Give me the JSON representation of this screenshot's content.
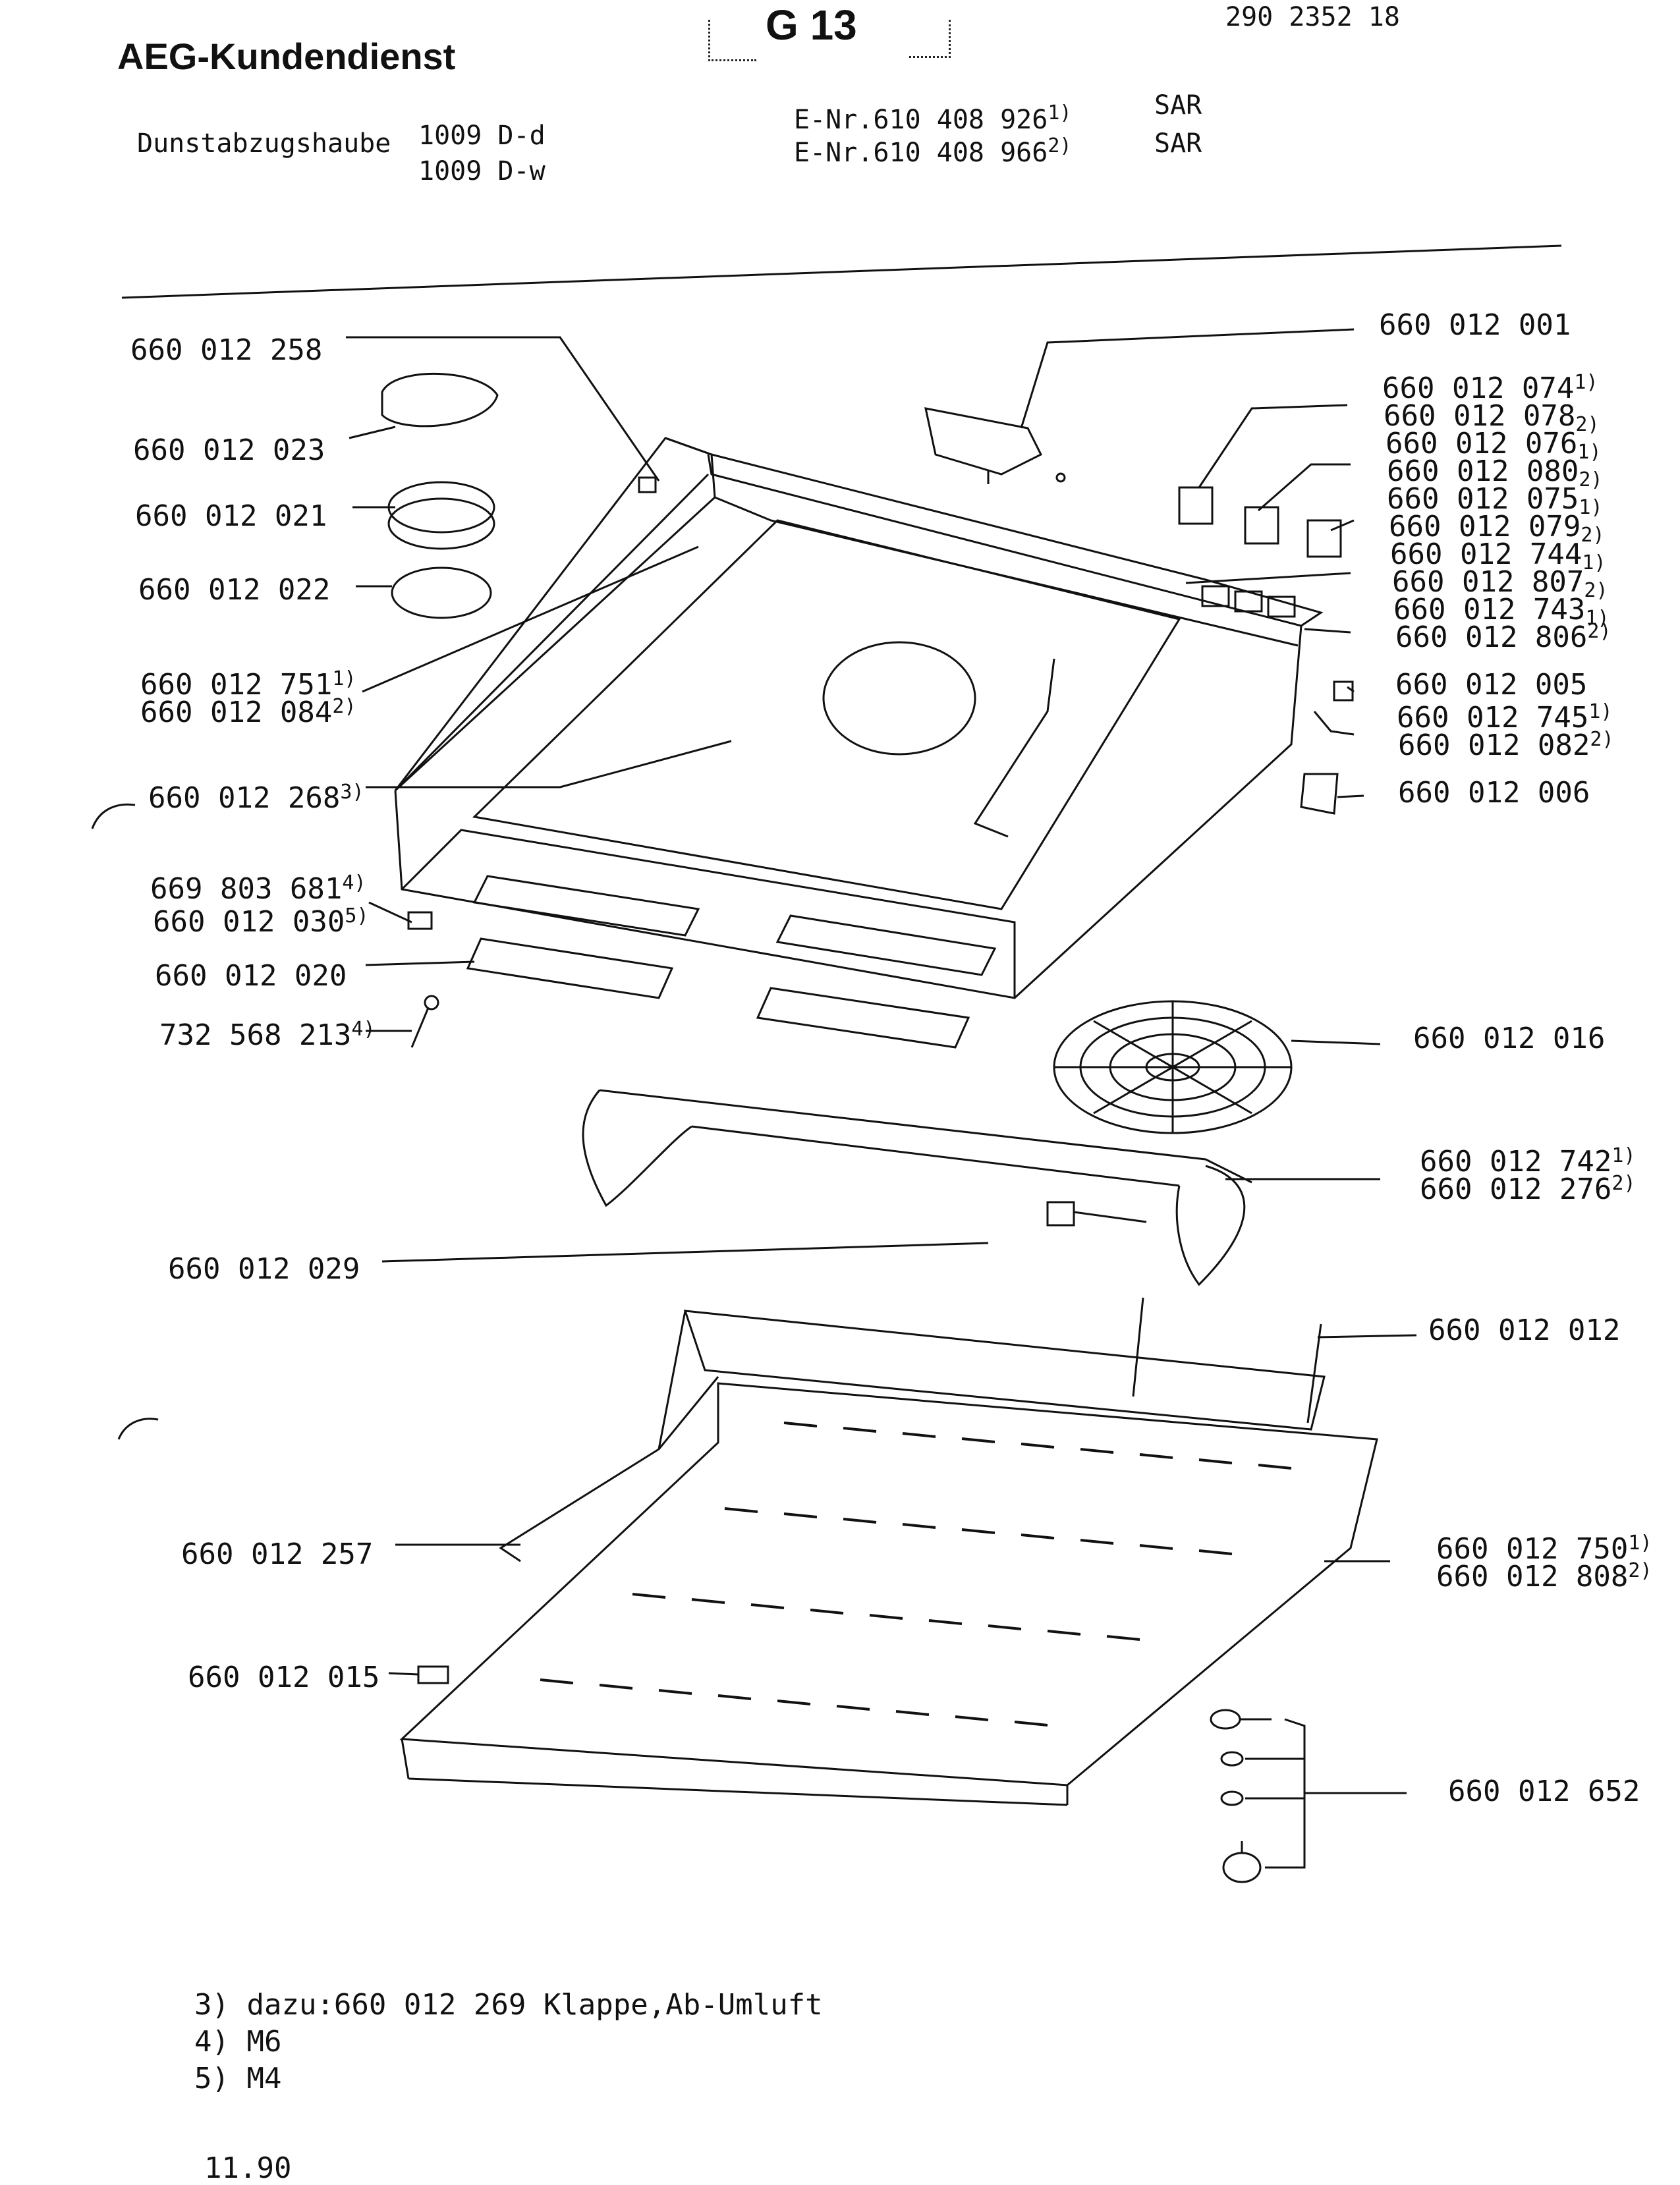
{
  "header": {
    "brand": "AEG-Kundendienst",
    "page_code": "G 13",
    "doc_number": "290 2352 18",
    "product": "Dunstabzugshaube",
    "model_1": "1009 D-d",
    "model_2": "1009 D-w",
    "enr_1_prefix": "E-Nr.610 408 926",
    "enr_1_ref": "1)",
    "enr_2_prefix": "E-Nr.610 408 966",
    "enr_2_ref": "2)",
    "sar_1": "SAR",
    "sar_2": "SAR"
  },
  "parts_left": [
    {
      "num": "660 012 258",
      "ref": ""
    },
    {
      "num": "660 012 023",
      "ref": ""
    },
    {
      "num": "660 012 021",
      "ref": ""
    },
    {
      "num": "660 012 022",
      "ref": ""
    },
    {
      "num": "660 012 751",
      "ref": "1)"
    },
    {
      "num": "660 012 084",
      "ref": "2)"
    },
    {
      "num": "660 012 268",
      "ref": "3)"
    },
    {
      "num": "669 803 681",
      "ref": "4)"
    },
    {
      "num": "660 012 030",
      "ref": "5)"
    },
    {
      "num": "660 012 020",
      "ref": ""
    },
    {
      "num": "732 568 213",
      "ref": "4)"
    },
    {
      "num": "660 012 029",
      "ref": ""
    },
    {
      "num": "660 012 257",
      "ref": ""
    },
    {
      "num": "660 012 015",
      "ref": ""
    }
  ],
  "parts_right": [
    {
      "num": "660 012 001",
      "ref": ""
    },
    {
      "num": "660 012 074",
      "ref": "1)"
    },
    {
      "num": "660 012 078",
      "ref": "2)"
    },
    {
      "num": "660 012 076",
      "ref": "1)"
    },
    {
      "num": "660 012 080",
      "ref": "2)"
    },
    {
      "num": "660 012 075",
      "ref": "1)"
    },
    {
      "num": "660 012 079",
      "ref": "2)"
    },
    {
      "num": "660 012 744",
      "ref": "1)"
    },
    {
      "num": "660 012 807",
      "ref": "2)"
    },
    {
      "num": "660 012 743",
      "ref": "1)"
    },
    {
      "num": "660 012 806",
      "ref": "2)"
    },
    {
      "num": "660 012 005",
      "ref": ""
    },
    {
      "num": "660 012 745",
      "ref": "1)"
    },
    {
      "num": "660 012 082",
      "ref": "2)"
    },
    {
      "num": "660 012 006",
      "ref": ""
    },
    {
      "num": "660 012 016",
      "ref": ""
    },
    {
      "num": "660 012 742",
      "ref": "1)"
    },
    {
      "num": "660 012 276",
      "ref": "2)"
    },
    {
      "num": "660 012 012",
      "ref": ""
    },
    {
      "num": "660 012 750",
      "ref": "1)"
    },
    {
      "num": "660 012 808",
      "ref": "2)"
    },
    {
      "num": "660 012 652",
      "ref": ""
    }
  ],
  "footnotes": [
    {
      "mark": "3)",
      "text": "dazu:660 012 269 Klappe,Ab-Umluft"
    },
    {
      "mark": "4)",
      "text": "M6"
    },
    {
      "mark": "5)",
      "text": "M4"
    }
  ],
  "date_code": "11.90"
}
